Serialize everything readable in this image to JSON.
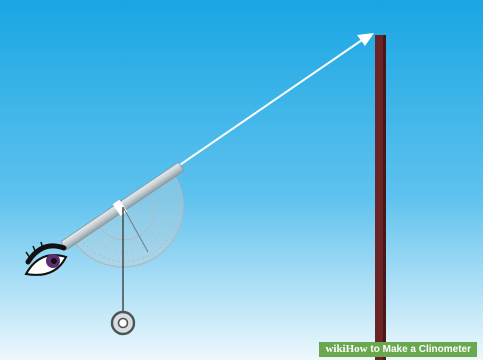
{
  "scene": {
    "description_free": true,
    "sky_top_color": "#19a6e3",
    "sky_bottom_color": "#eaf6fd",
    "pole_color": "#6b2425",
    "sight_line_color": "#ffffff",
    "protractor_color": "#b9c7cf",
    "eye_iris_color": "#5b2e6e"
  },
  "watermark": {
    "brand_wiki": "wiki",
    "brand_how": "How",
    "title": "to Make a Clinometer"
  }
}
